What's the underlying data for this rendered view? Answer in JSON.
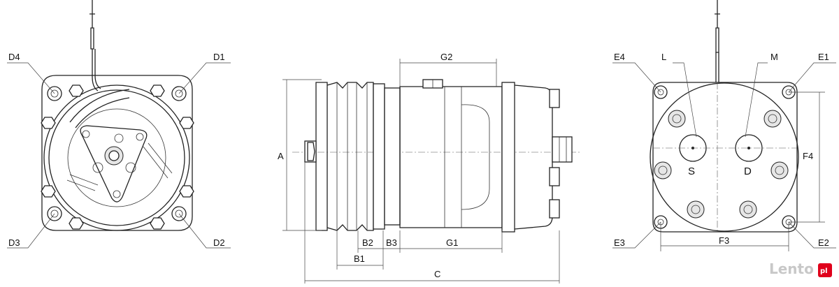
{
  "front_view": {
    "labels": {
      "d1": "D1",
      "d2": "D2",
      "d3": "D3",
      "d4": "D4"
    }
  },
  "side_view": {
    "labels": {
      "a": "A",
      "b1": "B1",
      "b2": "B2",
      "b3": "B3",
      "c": "C",
      "g1": "G1",
      "g2": "G2"
    }
  },
  "rear_view": {
    "labels": {
      "e1": "E1",
      "e2": "E2",
      "e3": "E3",
      "e4": "E4",
      "f3": "F3",
      "f4": "F4",
      "l": "L",
      "m": "M",
      "s": "S",
      "d": "D"
    }
  },
  "watermark": {
    "text": "Lento",
    "badge": "pl"
  },
  "colors": {
    "line": "#222222",
    "watermark": "#c8c8c8",
    "badge": "#e0001b"
  }
}
